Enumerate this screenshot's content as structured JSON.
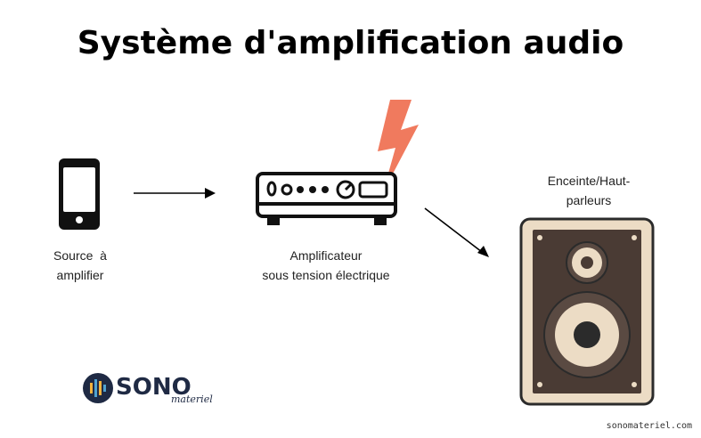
{
  "title": "Système d'amplification audio",
  "nodes": {
    "source": {
      "line1": "Source  à",
      "line2": "amplifier"
    },
    "amplifier": {
      "line1": "Amplificateur",
      "line2": "sous tension électrique"
    },
    "speaker": {
      "line1": "Enceinte/Haut-",
      "line2": "parleurs"
    }
  },
  "logo": {
    "text": "SONO",
    "sub": "materiel"
  },
  "footer": "sonomateriel.com",
  "colors": {
    "lightning": "#f07a5e",
    "speaker_cabinet": "#2b2b2b",
    "speaker_face": "#4a3b34",
    "speaker_cone": "#ecdcc5",
    "logo": "#1f2a44"
  }
}
